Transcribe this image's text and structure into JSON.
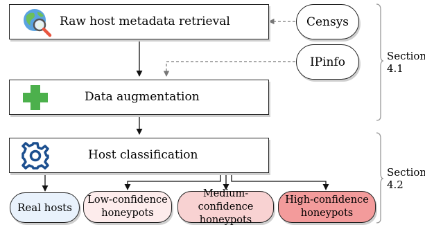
{
  "nodes": {
    "raw_retrieval": "Raw host metadata retrieval",
    "augmentation": "Data augmentation",
    "classification": "Host classification",
    "censys": "Censys",
    "ipinfo": "IPinfo"
  },
  "outputs": {
    "real": [
      "Real hosts"
    ],
    "low": [
      "Low-confidence",
      "honeypots"
    ],
    "medium": [
      "Medium-confidence",
      "honeypots"
    ],
    "high": [
      "High-confidence",
      "honeypots"
    ]
  },
  "sections": {
    "s41": [
      "Section",
      "4.1"
    ],
    "s42": [
      "Section",
      "4.2"
    ]
  },
  "colors": {
    "real_fill": "#e9f2fc",
    "low_fill": "#fdecec",
    "medium_fill": "#f8d2d2",
    "high_fill": "#f39b9b",
    "plus_green": "#4cb04c",
    "gear_blue": "#1c4f8f",
    "globe_blue": "#5aa3e0",
    "globe_green": "#6cbf5a"
  },
  "icons": [
    "globe-search-icon",
    "plus-icon",
    "gear-icon"
  ]
}
